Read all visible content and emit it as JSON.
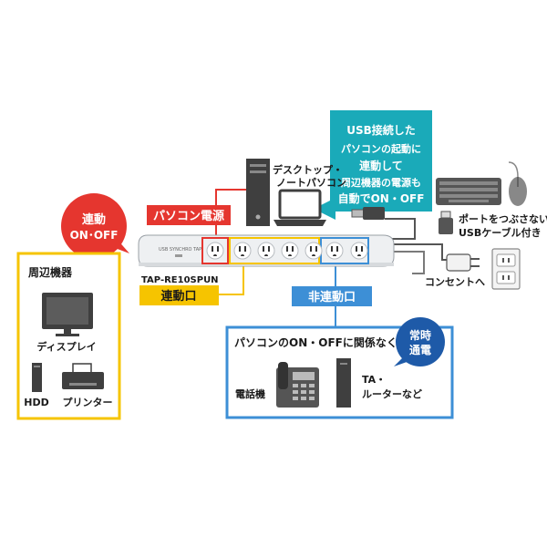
{
  "colors": {
    "red": "#e5362f",
    "yellow": "#f6c400",
    "blue": "#3d8fd6",
    "teal": "#1aaab9",
    "navy": "#1e5aa8",
    "gray": "#5a5a5a",
    "strip": "#eef0f2"
  },
  "callout_usb": {
    "line1": "USB接続した",
    "line2": "パソコンの起動に",
    "line3": "連動して",
    "line4": "周辺機器の電源も",
    "line5": "自動でON・OFF"
  },
  "desktop_label": {
    "line1": "デスクトップ・",
    "line2": "ノートパソコン"
  },
  "usb_port_label": {
    "line1": "ポートをつぶさない",
    "line2": "USBケーブル付き"
  },
  "badge_linked": {
    "line1": "連動",
    "line2": "ON･OFF"
  },
  "pc_power_label": "パソコン電源",
  "product": {
    "brand": "USB SYNCHRO TAP",
    "model": "TAP-RE10SPUN"
  },
  "linked_outlet_label": "連動口",
  "unlinked_outlet_label": "非連動口",
  "outlet_label": "コンセントへ",
  "peripherals": {
    "title": "周辺機器",
    "display": "ディスプレイ",
    "hdd": "HDD",
    "printer": "プリンター"
  },
  "always_on": {
    "text": "パソコンのON・OFFに関係なく、",
    "badge_line1": "常時",
    "badge_line2": "通電",
    "phone": "電話機",
    "router_line1": "TA・",
    "router_line2": "ルーターなど"
  },
  "icons": [
    "desktop-tower-icon",
    "laptop-icon",
    "keyboard-icon",
    "mouse-icon",
    "usb-plug-icon",
    "wall-outlet-icon",
    "display-icon",
    "hdd-icon",
    "printer-icon",
    "phone-icon",
    "router-icon"
  ]
}
